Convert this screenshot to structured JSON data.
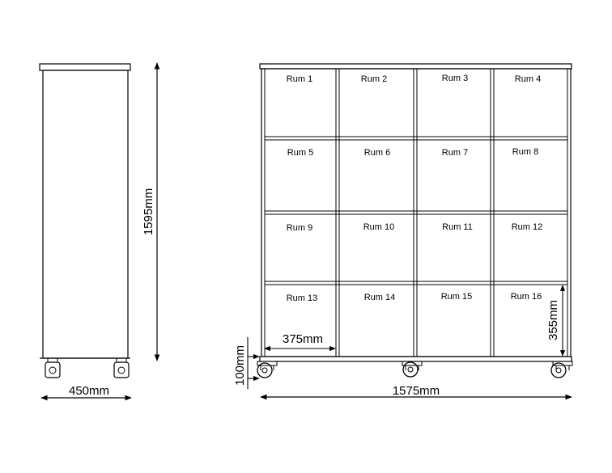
{
  "compartments": [
    "Rum 1",
    "Rum 2",
    "Rum 3",
    "Rum 4",
    "Rum 5",
    "Rum 6",
    "Rum 7",
    "Rum 8",
    "Rum 9",
    "Rum 10",
    "Rum 11",
    "Rum 12",
    "Rum 13",
    "Rum 14",
    "Rum 15",
    "Rum 16"
  ],
  "dimensions": {
    "side_height": "1595mm",
    "side_depth": "450mm",
    "total_width": "1575mm",
    "wheel_height": "100mm",
    "compartment_width": "375mm",
    "compartment_height": "355mm"
  }
}
